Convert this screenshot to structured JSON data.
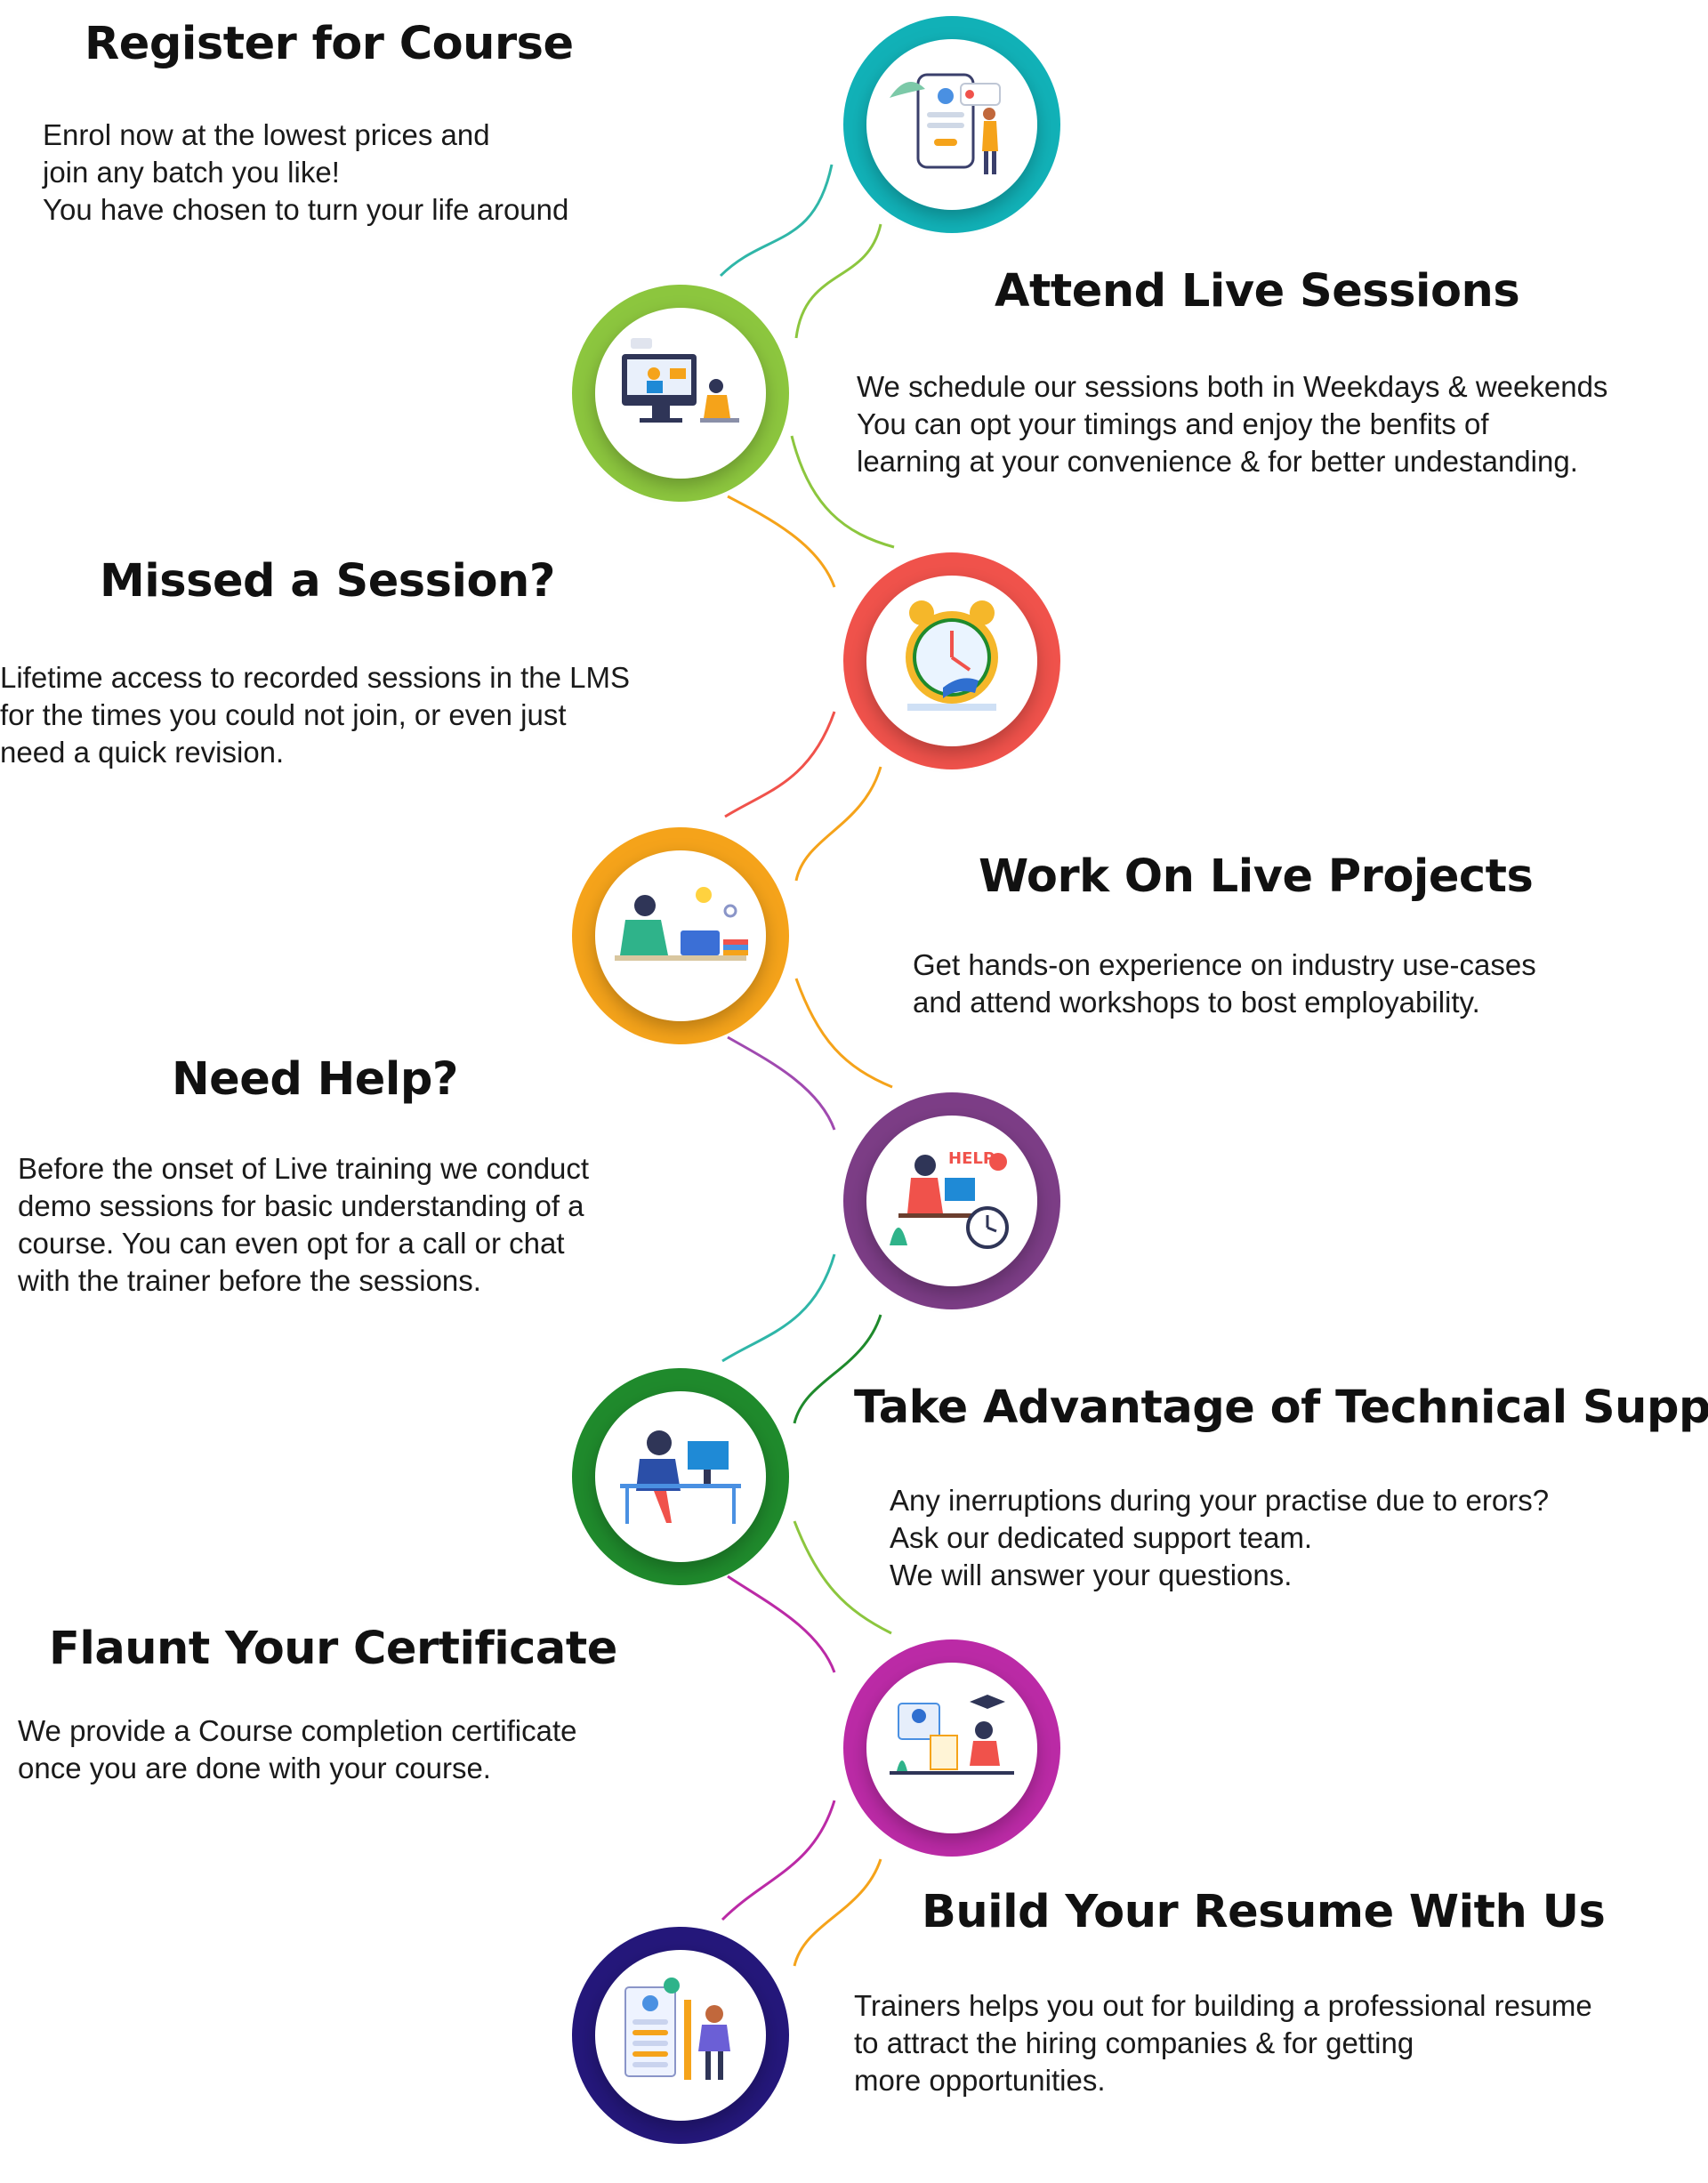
{
  "steps": [
    {
      "title": "Register for Course",
      "description": [
        "Enrol now at the lowest prices and",
        "join any batch you like!",
        "You have chosen to turn your life around"
      ],
      "color": "#11b1b7",
      "illustration": "registration-form-icon"
    },
    {
      "title": "Attend Live Sessions",
      "description": [
        "We schedule our sessions both in Weekdays & weekends",
        "You can opt your timings and enjoy the benfits of",
        "learning at your convenience & for better undestanding."
      ],
      "color": "#8cc63e",
      "illustration": "online-class-icon"
    },
    {
      "title": "Missed a Session?",
      "description": [
        "Lifetime access to recorded sessions in the LMS",
        "for the times you could not join, or even just",
        "need a quick revision."
      ],
      "color": "#f0524b",
      "illustration": "alarm-clock-icon"
    },
    {
      "title": "Work On Live Projects",
      "description": [
        "Get hands-on experience on industry use-cases",
        "and attend workshops to bost employability."
      ],
      "color": "#f5a31a",
      "illustration": "laptop-workspace-icon"
    },
    {
      "title": "Need Help?",
      "description": [
        "Before the onset of Live training we conduct",
        "demo sessions for basic understanding of a",
        "course. You can even opt for a call or chat",
        "with the trainer before the sessions."
      ],
      "color": "#7c3d86",
      "illustration": "help-desk-icon"
    },
    {
      "title": "Take Advantage of Technical Support",
      "description": [
        "Any inerruptions during your practise due to erors?",
        "Ask our dedicated support team.",
        "We will answer your questions."
      ],
      "color": "#1f8a2c",
      "illustration": "support-agent-icon"
    },
    {
      "title": "Flaunt Your Certificate",
      "description": [
        "We provide a Course completion certificate",
        "once you are done with your course."
      ],
      "color": "#bb2aa6",
      "illustration": "certificate-celebration-icon"
    },
    {
      "title": "Build Your Resume With Us",
      "description": [
        "Trainers helps you out for building a professional resume",
        "to attract the hiring companies & for getting",
        "more opportunities."
      ],
      "color": "#24177a",
      "illustration": "resume-builder-icon"
    }
  ]
}
